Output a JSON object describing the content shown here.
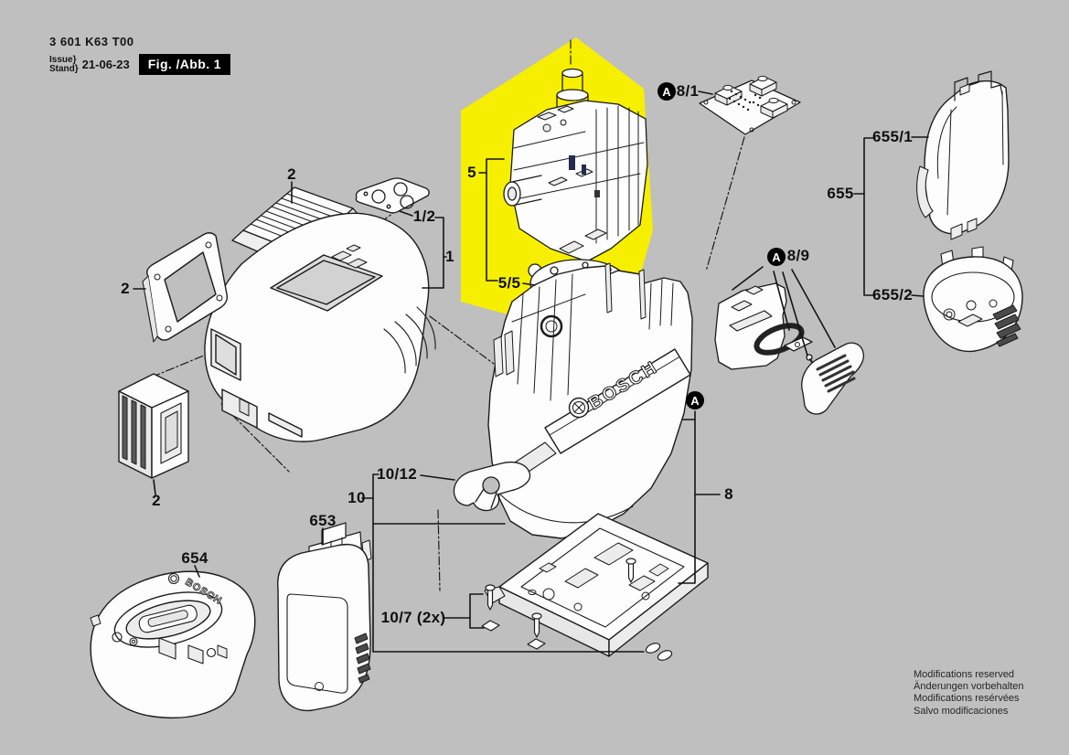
{
  "header": {
    "type_number": "3 601 K63 T00",
    "issue_line1": "Issue}",
    "issue_line2": "Stand}",
    "issue_date": "21-06-23",
    "figure_label": "Fig. /Abb. 1"
  },
  "brand": {
    "device_logo": "BOSCH"
  },
  "markers": [
    {
      "letter": "A"
    },
    {
      "letter": "A"
    },
    {
      "letter": "A"
    }
  ],
  "callouts": [
    {
      "id": "top-cover",
      "text": "2"
    },
    {
      "id": "keypad-membrane",
      "text": "1/2"
    },
    {
      "id": "housing-cover",
      "text": "1"
    },
    {
      "id": "window-frame",
      "text": "2"
    },
    {
      "id": "window-glass",
      "text": "2"
    },
    {
      "id": "laser-module",
      "text": "5"
    },
    {
      "id": "mounting-ring",
      "text": "5/5"
    },
    {
      "id": "pcb-board",
      "text": "8/1"
    },
    {
      "id": "battery-door",
      "text": "8/9"
    },
    {
      "id": "adapter-shell",
      "text": "655/1"
    },
    {
      "id": "adapter-set",
      "text": "655"
    },
    {
      "id": "base-cap",
      "text": "655/2"
    },
    {
      "id": "chassis-assembly",
      "text": "8"
    },
    {
      "id": "clip",
      "text": "10/12"
    },
    {
      "id": "base-set",
      "text": "10"
    },
    {
      "id": "screw-set",
      "text": "10/7 (2x)"
    },
    {
      "id": "battery-pack",
      "text": "653"
    },
    {
      "id": "charger",
      "text": "654"
    }
  ],
  "legal": {
    "lines": [
      "Modifications reserved",
      "Änderungen vorbehalten",
      "Modifications resérvées",
      "Salvo modificaciones"
    ]
  },
  "colors": {
    "background": "#bfbfbf",
    "highlight": "#f7ef00",
    "ink": "#1b1b1b",
    "part_fill": "#fdfdfd",
    "shade_fill": "#e7e7e7",
    "dark_fill": "#4a4a4a",
    "figure_box_bg": "#000000",
    "figure_box_text": "#ffffff"
  }
}
